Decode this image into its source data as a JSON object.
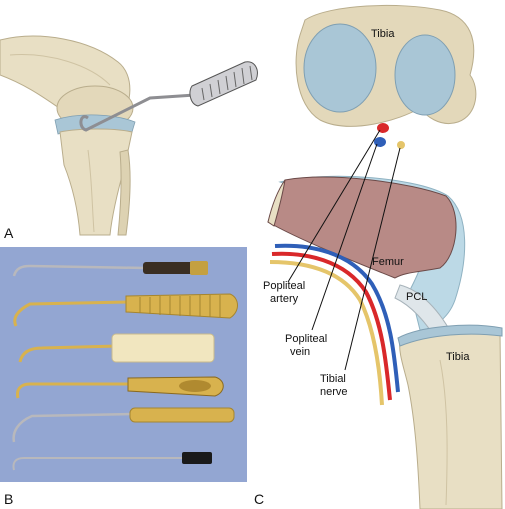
{
  "panels": {
    "a": "A",
    "b": "B",
    "c": "C"
  },
  "labels": {
    "tibia_top": "Tibia",
    "femur": "Femur",
    "pcl": "PCL",
    "tibia_bottom": "Tibia",
    "popliteal_artery_1": "Popliteal",
    "popliteal_artery_2": "artery",
    "popliteal_vein_1": "Popliteal",
    "popliteal_vein_2": "vein",
    "tibial_nerve_1": "Tibial",
    "tibial_nerve_2": "nerve"
  },
  "colors": {
    "bone": "#e8dfc4",
    "bone_shadow": "#b9ad8c",
    "cartilage": "#a9c6d6",
    "artery": "#d9282a",
    "vein": "#2f5fb8",
    "nerve": "#e5c56a",
    "muscle": "#b88a86",
    "cloth": "#93a6d2",
    "metal": "#b8b8bc",
    "gold": "#d8b24e"
  }
}
